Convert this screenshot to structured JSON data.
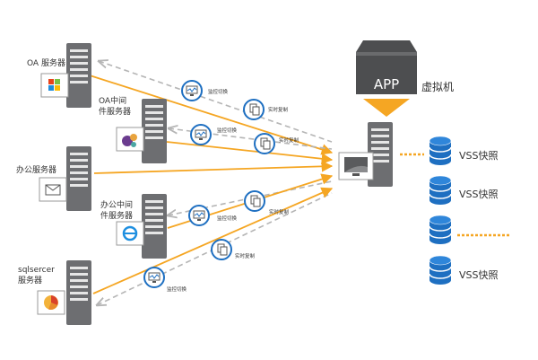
{
  "servers": {
    "oa": [
      "OA 服务器"
    ],
    "oa_mid": [
      "OA中间",
      "件服务器"
    ],
    "office": [
      "办公服务器"
    ],
    "office_mid": [
      "办公中间",
      "件服务器"
    ],
    "sql": [
      "sqlsercer",
      "服务器"
    ]
  },
  "app_label": "APP",
  "vm_label": "虚拟机",
  "link_labels": {
    "monitor_switch": "监控切换",
    "realtime_copy": "实时复制"
  },
  "snapshots": [
    "VSS快照",
    "VSS快照",
    "VSS快照"
  ],
  "colors": {
    "orange": "#f5a623",
    "dash_gray": "#b5b5b5",
    "server_gray": "#6d6e71",
    "blue": "#1e6fc1",
    "app_dark": "#4d4e50"
  }
}
